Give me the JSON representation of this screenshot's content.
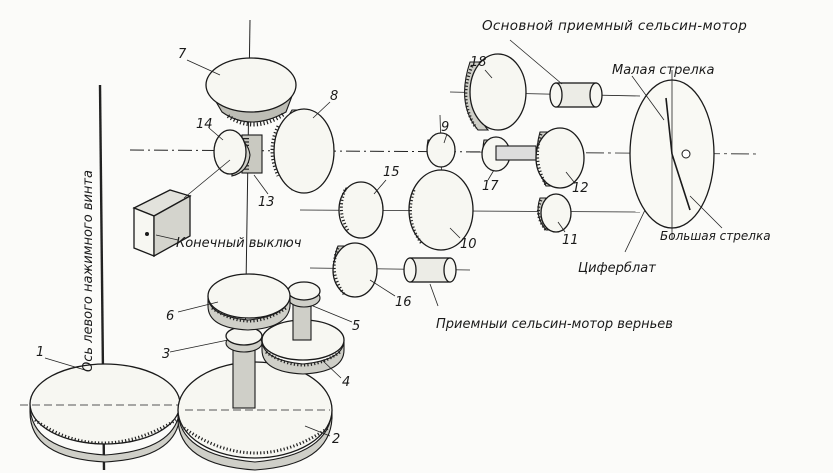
{
  "labels": {
    "n1": "1",
    "n2": "2",
    "n3": "3",
    "n4": "4",
    "n5": "5",
    "n6": "6",
    "n7": "7",
    "n8": "8",
    "n9": "9",
    "n10": "10",
    "n11": "11",
    "n12": "12",
    "n13": "13",
    "n14": "14",
    "n15": "15",
    "n16": "16",
    "n17": "17",
    "n18": "18",
    "main_selsyn": "Основной приемный сельсин-мотор",
    "small_hand": "Малая стрелка",
    "big_hand": "Большая стрелка",
    "dial": "Циферблат",
    "vernier_selsyn": "Приемныи сельсин-мотор верньев",
    "limit_switch": "Конечный выключ",
    "screw_axis": "Ось левого нажимного винта"
  }
}
